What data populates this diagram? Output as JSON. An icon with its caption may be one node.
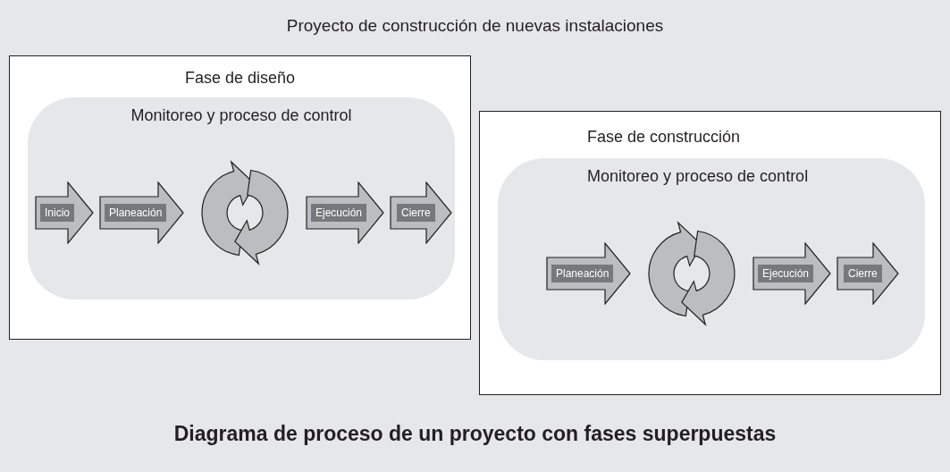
{
  "diagram": {
    "title": "Proyecto de construcción de nuevas instalaciones",
    "caption": "Diagrama de proceso de un proyecto con fases superpuestas",
    "nodes": [
      {
        "text": [
          "Fase de diseño"
        ]
      },
      {
        "text": [
          "Monitoreo y proceso de control"
        ],
        "in": 0
      },
      {
        "text": [
          "Inicio"
        ],
        "in": 1
      },
      {
        "text": [
          "Planeación"
        ],
        "in": 1
      },
      {
        "text": [
          "Ejecución"
        ],
        "in": 1
      },
      {
        "text": [
          "Cierre"
        ],
        "in": 1
      },
      {
        "text": [
          "Fase de construcción"
        ]
      },
      {
        "text": [
          "Monitoreo y proceso de control"
        ],
        "in": 6
      },
      {
        "text": [
          "Planeación"
        ],
        "in": 7
      },
      {
        "text": [
          "Ejecución"
        ],
        "in": 7
      },
      {
        "text": [
          "Cierre"
        ],
        "in": 7
      }
    ]
  }
}
